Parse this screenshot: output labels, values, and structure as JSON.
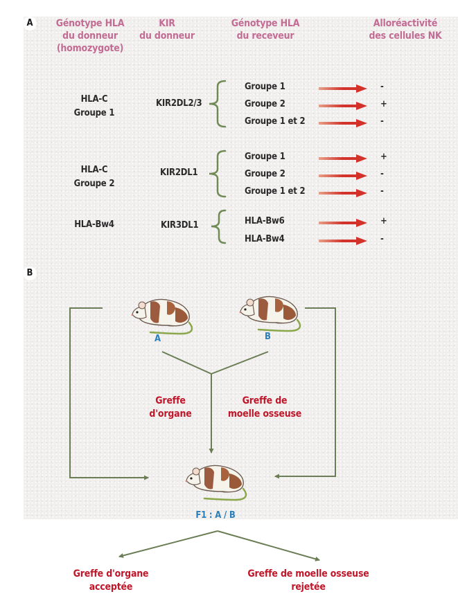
{
  "panel_labels": {
    "a": "A",
    "b": "B"
  },
  "headers": {
    "donor_hla": [
      "Génotype HLA",
      "du donneur",
      "(homozygote)"
    ],
    "donor_kir": [
      "KIR",
      "du donneur"
    ],
    "recipient_hla": [
      "Génotype HLA",
      "du receveur"
    ],
    "nk_alloreactivity": [
      "Alloréactivité",
      "des cellules NK"
    ]
  },
  "rows": [
    {
      "donor_hla": [
        "HLA-C",
        "Groupe 1"
      ],
      "kir": "KIR2DL2/3",
      "recipients": [
        {
          "genotype": "Groupe 1",
          "result": "-"
        },
        {
          "genotype": "Groupe 2",
          "result": "+"
        },
        {
          "genotype": "Groupe 1 et 2",
          "result": "-"
        }
      ]
    },
    {
      "donor_hla": [
        "HLA-C",
        "Groupe 2"
      ],
      "kir": "KIR2DL1",
      "recipients": [
        {
          "genotype": "Groupe 1",
          "result": "+"
        },
        {
          "genotype": "Groupe 2",
          "result": "-"
        },
        {
          "genotype": "Groupe 1 et 2",
          "result": "-"
        }
      ]
    },
    {
      "donor_hla": [
        "HLA-Bw4"
      ],
      "kir": "KIR3DL1",
      "recipients": [
        {
          "genotype": "HLA-Bw6",
          "result": "+"
        },
        {
          "genotype": "HLA-Bw4",
          "result": "-"
        }
      ]
    }
  ],
  "panel_b": {
    "mouse_a": "A",
    "mouse_b": "B",
    "organ_graft": [
      "Greffe",
      "d'organe"
    ],
    "marrow_graft": [
      "Greffe de",
      "moelle osseuse"
    ],
    "f1": "F1 : A / B",
    "outcome_organ": [
      "Greffe d'organe",
      "acceptée"
    ],
    "outcome_marrow": [
      "Greffe de moelle osseuse",
      "rejetée"
    ]
  },
  "colors": {
    "panel_bg": "#f1efee",
    "header": "#c26c94",
    "arrow_red": "#d2322a",
    "brace_green": "#6f8a55",
    "flow_green": "#6a7d55",
    "graft_red": "#c0162a",
    "mouse_label_blue": "#2a7fb8"
  }
}
